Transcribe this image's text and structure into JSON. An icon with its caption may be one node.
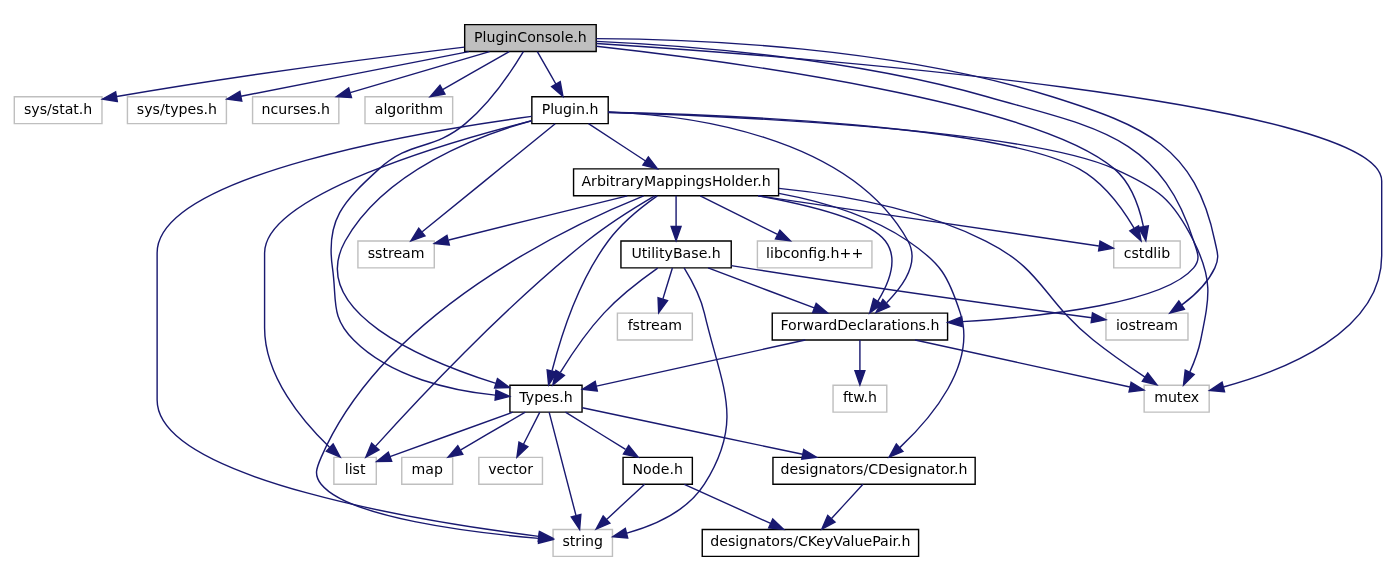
{
  "diagram": {
    "nodes": [
      {
        "text": [
          "PluginConsole.h"
        ]
      },
      {
        "text": [
          "sys/stat.h"
        ]
      },
      {
        "text": [
          "sys/types.h"
        ]
      },
      {
        "text": [
          "ncurses.h"
        ]
      },
      {
        "text": [
          "algorithm"
        ]
      },
      {
        "text": [
          "Plugin.h"
        ]
      },
      {
        "text": [
          "ArbitraryMappingsHolder.h"
        ]
      },
      {
        "text": [
          "cstdlib"
        ]
      },
      {
        "text": [
          "sstream"
        ]
      },
      {
        "text": [
          "libconfig.h++"
        ]
      },
      {
        "text": [
          "UtilityBase.h"
        ]
      },
      {
        "text": [
          "iostream"
        ]
      },
      {
        "text": [
          "ForwardDeclarations.h"
        ]
      },
      {
        "text": [
          "fstream"
        ]
      },
      {
        "text": [
          "mutex"
        ]
      },
      {
        "text": [
          "ftw.h"
        ]
      },
      {
        "text": [
          "Types.h"
        ]
      },
      {
        "text": [
          "designators/CDesignator.h"
        ]
      },
      {
        "text": [
          "vector"
        ]
      },
      {
        "text": [
          "map"
        ]
      },
      {
        "text": [
          "Node.h"
        ]
      },
      {
        "text": [
          "list"
        ]
      },
      {
        "text": [
          "designators/CKeyValuePair.h"
        ]
      },
      {
        "text": [
          "string"
        ]
      }
    ],
    "edges": [
      {
        "from": 0,
        "to": 1,
        "arrow": "to"
      },
      {
        "from": 0,
        "to": 2,
        "arrow": "to"
      },
      {
        "from": 0,
        "to": 3,
        "arrow": "to"
      },
      {
        "from": 0,
        "to": 4,
        "arrow": "to"
      },
      {
        "from": 0,
        "to": 7,
        "arrow": "to"
      },
      {
        "from": 0,
        "to": 5,
        "arrow": "to"
      },
      {
        "from": 0,
        "to": 12,
        "arrow": "to"
      },
      {
        "from": 0,
        "to": 11,
        "arrow": "to"
      },
      {
        "from": 0,
        "to": 14,
        "arrow": "to"
      },
      {
        "from": 0,
        "to": 16,
        "arrow": "to"
      },
      {
        "from": 5,
        "to": 6,
        "arrow": "to"
      },
      {
        "from": 5,
        "to": 7,
        "arrow": "to"
      },
      {
        "from": 5,
        "to": 8,
        "arrow": "to"
      },
      {
        "from": 5,
        "to": 14,
        "arrow": "to"
      },
      {
        "from": 5,
        "to": 12,
        "arrow": "to"
      },
      {
        "from": 5,
        "to": 16,
        "arrow": "to"
      },
      {
        "from": 5,
        "to": 21,
        "arrow": "to"
      },
      {
        "from": 5,
        "to": 23,
        "arrow": "to"
      },
      {
        "from": 6,
        "to": 7,
        "arrow": "to"
      },
      {
        "from": 6,
        "to": 8,
        "arrow": "to"
      },
      {
        "from": 6,
        "to": 14,
        "arrow": "to"
      },
      {
        "from": 6,
        "to": 17,
        "arrow": "to"
      },
      {
        "from": 6,
        "to": 12,
        "arrow": "to"
      },
      {
        "from": 6,
        "to": 9,
        "arrow": "to"
      },
      {
        "from": 6,
        "to": 10,
        "arrow": "to"
      },
      {
        "from": 6,
        "to": 16,
        "arrow": "to"
      },
      {
        "from": 6,
        "to": 23,
        "arrow": "to"
      },
      {
        "from": 6,
        "to": 21,
        "arrow": "to"
      },
      {
        "from": 10,
        "to": 11,
        "arrow": "to"
      },
      {
        "from": 10,
        "to": 12,
        "arrow": "to"
      },
      {
        "from": 10,
        "to": 13,
        "arrow": "to"
      },
      {
        "from": 10,
        "to": 16,
        "arrow": "to"
      },
      {
        "from": 10,
        "to": 23,
        "arrow": "to"
      },
      {
        "from": 12,
        "to": 14,
        "arrow": "to"
      },
      {
        "from": 12,
        "to": 15,
        "arrow": "to"
      },
      {
        "from": 12,
        "to": 16,
        "arrow": "to"
      },
      {
        "from": 16,
        "to": 17,
        "arrow": "to"
      },
      {
        "from": 16,
        "to": 18,
        "arrow": "to"
      },
      {
        "from": 16,
        "to": 19,
        "arrow": "to"
      },
      {
        "from": 16,
        "to": 20,
        "arrow": "to"
      },
      {
        "from": 16,
        "to": 23,
        "arrow": "to"
      },
      {
        "from": 16,
        "to": 21,
        "arrow": "to"
      },
      {
        "from": 17,
        "to": 22,
        "arrow": "to"
      },
      {
        "from": 20,
        "to": 22,
        "arrow": "to"
      },
      {
        "from": 20,
        "to": 23,
        "arrow": "to"
      }
    ]
  }
}
